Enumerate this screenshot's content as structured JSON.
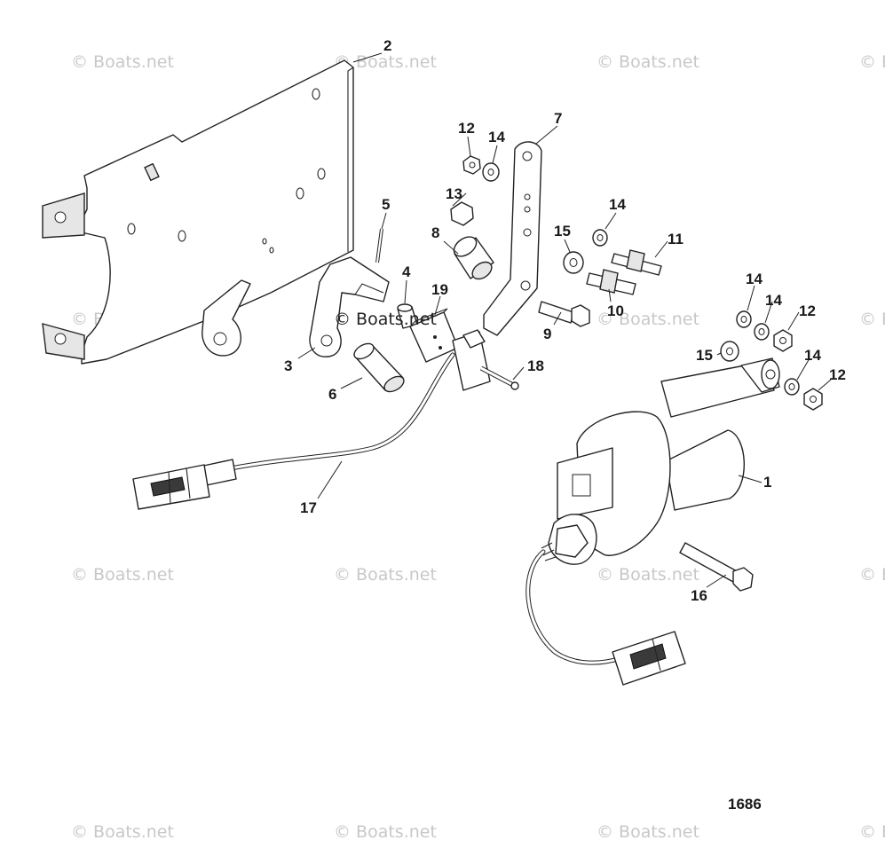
{
  "watermark": "© Boats.net",
  "diagram_id": "1686",
  "callouts": {
    "c1": "1",
    "c2": "2",
    "c3": "3",
    "c4": "4",
    "c5": "5",
    "c6": "6",
    "c7": "7",
    "c8": "8",
    "c9": "9",
    "c10": "10",
    "c11": "11",
    "c12a": "12",
    "c12b": "12",
    "c12c": "12",
    "c13": "13",
    "c14a": "14",
    "c14b": "14",
    "c14c": "14",
    "c14d": "14",
    "c14e": "14",
    "c15a": "15",
    "c15b": "15",
    "c16": "16",
    "c17": "17",
    "c18": "18",
    "c19": "19"
  }
}
